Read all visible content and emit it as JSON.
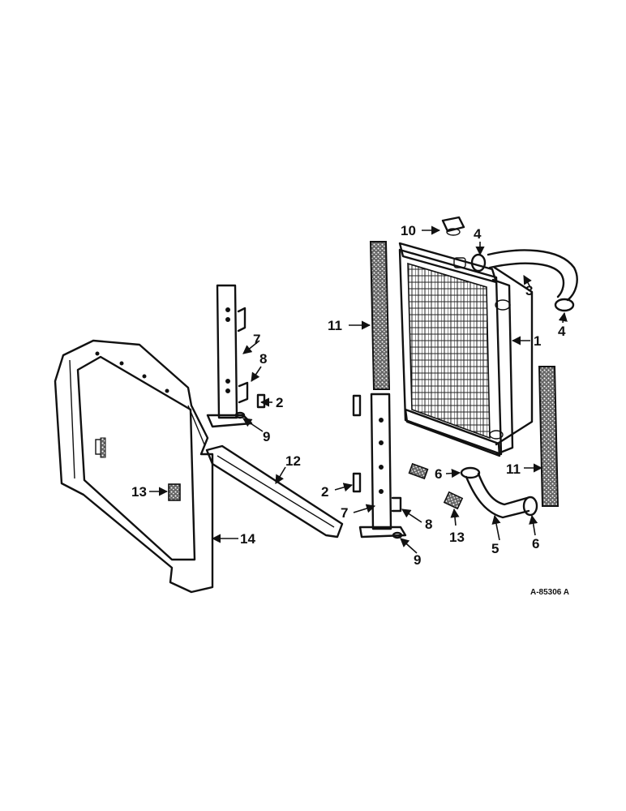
{
  "figure": {
    "reference_code": "A-85306 A",
    "callouts": [
      "1",
      "2",
      "2",
      "3",
      "4",
      "4",
      "5",
      "6",
      "6",
      "7",
      "7",
      "8",
      "8",
      "9",
      "9",
      "10",
      "11",
      "11",
      "12",
      "13",
      "13",
      "14"
    ]
  },
  "colors": {
    "ink": "#111111",
    "paper": "#ffffff"
  }
}
